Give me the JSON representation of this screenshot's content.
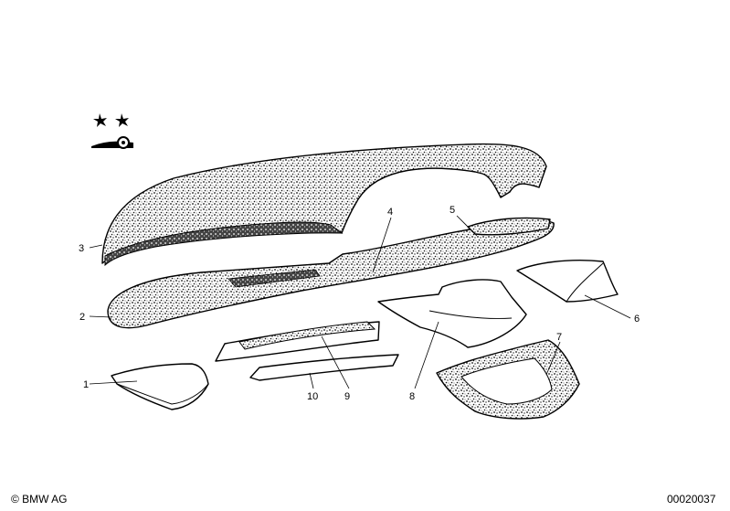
{
  "diagram": {
    "callouts": [
      {
        "id": "callout-1",
        "label": "1"
      },
      {
        "id": "callout-2",
        "label": "2"
      },
      {
        "id": "callout-3",
        "label": "3"
      },
      {
        "id": "callout-4",
        "label": "4"
      },
      {
        "id": "callout-5",
        "label": "5"
      },
      {
        "id": "callout-6",
        "label": "6"
      },
      {
        "id": "callout-7",
        "label": "7"
      },
      {
        "id": "callout-8",
        "label": "8"
      },
      {
        "id": "callout-9",
        "label": "9"
      },
      {
        "id": "callout-10",
        "label": "10"
      }
    ],
    "footer": {
      "copyright": "© BMW AG",
      "diagram_number": "00020037"
    },
    "colors": {
      "ink": "#000000",
      "paper": "#ffffff",
      "texture": "#1a1a1a"
    },
    "icons": [
      "star-icon",
      "star-icon",
      "dashboard-symbol-icon"
    ]
  }
}
